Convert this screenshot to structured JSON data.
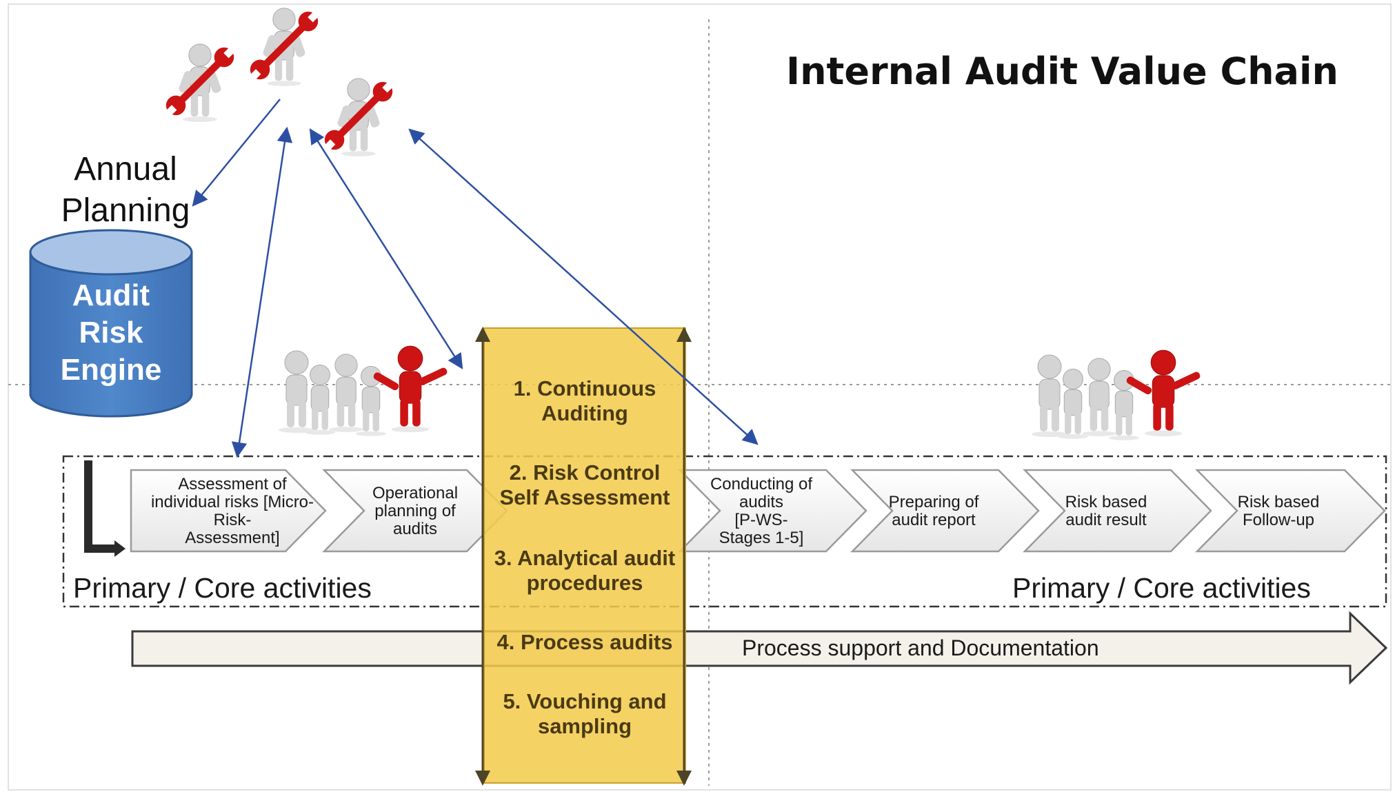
{
  "title": "Internal Audit Value Chain",
  "annual_planning": [
    "Annual",
    "Planning"
  ],
  "engine_label": [
    "Audit",
    "Risk",
    "Engine"
  ],
  "audit_methods": [
    [
      "1. Continuous",
      "Auditing"
    ],
    [
      "2. Risk Control",
      "Self Assessment"
    ],
    [
      "3. Analytical audit",
      "procedures"
    ],
    [
      "4. Process audits"
    ],
    [
      "5. Vouching and",
      "sampling"
    ]
  ],
  "process_steps": [
    [
      "Assessment of",
      "individual risks [Micro-",
      "Risk-",
      "Assessment]"
    ],
    [
      "Operational",
      "planning of",
      "audits"
    ],
    [
      "Conducting of",
      "audits",
      "[P-WS-",
      "Stages 1-5]"
    ],
    [
      "Preparing of",
      "audit report"
    ],
    [
      "Risk based",
      "audit result"
    ],
    [
      "Risk based",
      "Follow-up"
    ]
  ],
  "core_label_left": "Primary / Core activities",
  "core_label_right": "Primary / Core activities",
  "support_label": "Process support and Documentation",
  "colors": {
    "band": "#f2cb4b",
    "cylinder": "#4a7ec2",
    "cylinder_top": "#a8c3e6",
    "arrow": "#2d4fa3",
    "figure_red": "#cc1414",
    "figure_grey": "#d4d4d4"
  }
}
